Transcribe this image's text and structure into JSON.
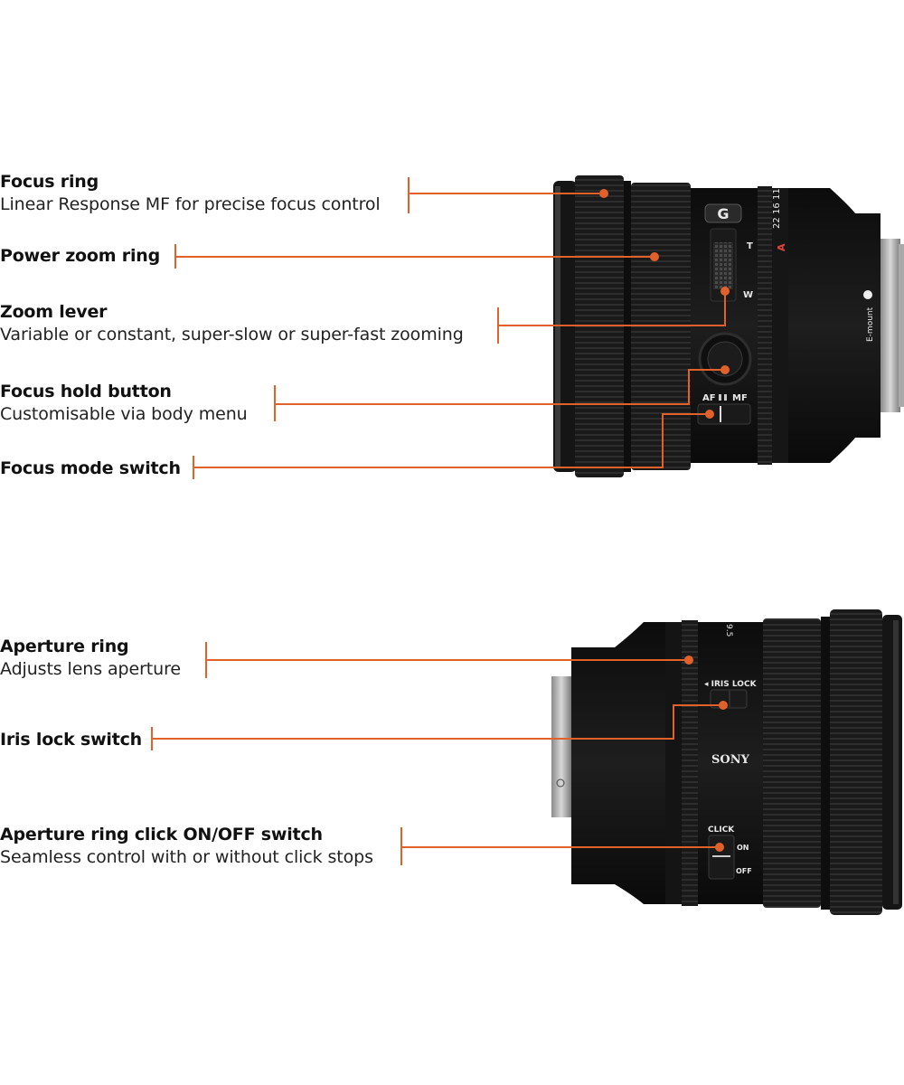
{
  "colors": {
    "callout": "#e0622a",
    "lens_body": "#141414",
    "lens_ring": "#1c1c1c",
    "aperture_A": "#e0433a",
    "background": "#ffffff"
  },
  "top_view": {
    "callouts": [
      {
        "title": "Focus ring",
        "desc": "Linear Response MF for precise focus control"
      },
      {
        "title": "Power zoom ring",
        "desc": ""
      },
      {
        "title": "Zoom lever",
        "desc": "Variable or constant, super-slow or super-fast zooming"
      },
      {
        "title": "Focus hold button",
        "desc": "Customisable via body menu"
      },
      {
        "title": "Focus mode switch",
        "desc": ""
      }
    ],
    "lens_markings": {
      "badge": "G",
      "zoom_tele": "T",
      "zoom_wide": "W",
      "focus_mode_af": "AF",
      "focus_mode_mf": "MF",
      "aperture_scale": [
        "22",
        "16",
        "11"
      ],
      "aperture_auto": "A",
      "mount_label": "E-mount"
    }
  },
  "bottom_view": {
    "callouts": [
      {
        "title": "Aperture ring",
        "desc": "Adjusts lens aperture"
      },
      {
        "title": "Iris lock switch",
        "desc": ""
      },
      {
        "title": "Aperture ring click ON/OFF switch",
        "desc": "Seamless control with or without click stops"
      }
    ],
    "lens_markings": {
      "iris_lock": "◂ IRIS LOCK",
      "brand": "SONY",
      "click_label": "CLICK",
      "click_on": "ON",
      "click_off": "OFF",
      "scale_fragment": "9.5"
    }
  }
}
